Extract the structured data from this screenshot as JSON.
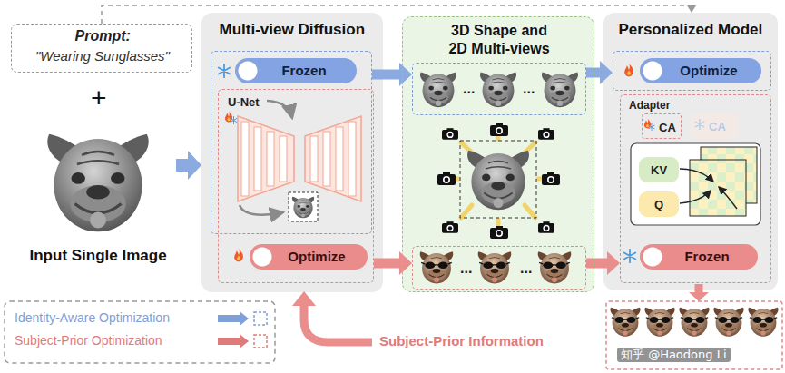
{
  "diagram": {
    "nodes": [
      {
        "text": [
          "Prompt:",
          "\"Wearing Sunglasses\""
        ]
      },
      {
        "text": [
          "Input Single Image"
        ]
      },
      {
        "text": [
          "Multi-view Diffusion"
        ]
      },
      {
        "text": [
          "Frozen"
        ],
        "in": 2
      },
      {
        "text": [
          "U-Net",
          "Optimize"
        ],
        "in": 2
      },
      {
        "text": [
          "3D Shape and 2D Multi-views"
        ]
      },
      {
        "text": [
          "...",
          "..."
        ],
        "in": 5
      },
      {
        "text": [
          "...",
          "..."
        ],
        "in": 5
      },
      {
        "text": [
          "Personalized Model"
        ]
      },
      {
        "text": [
          "Optimize"
        ],
        "in": 8
      },
      {
        "text": [
          "Adapter",
          "Frozen"
        ],
        "in": 8
      },
      {
        "text": [
          "CA"
        ],
        "in": 10
      },
      {
        "text": [
          "CA"
        ],
        "in": 10
      },
      {
        "text": [
          "KV"
        ],
        "in": 10
      },
      {
        "text": [
          "Q"
        ],
        "in": 10
      }
    ],
    "edges": [
      {
        "from": 1,
        "to": 2,
        "arrow": "to"
      },
      {
        "from": 3,
        "to": 6,
        "arrow": "to"
      },
      {
        "from": 4,
        "to": 7,
        "arrow": "to"
      },
      {
        "from": 6,
        "to": 9,
        "arrow": "to"
      },
      {
        "from": 7,
        "to": 10,
        "arrow": "to"
      },
      {
        "from": 0,
        "to": 8,
        "arrow": "to"
      }
    ],
    "labels": [
      "+",
      "Subject-Prior Information",
      "知乎 @Haodong Li"
    ],
    "legend": [
      {
        "text": "Identity-Aware Optimization",
        "color": "#7f9fd8"
      },
      {
        "text": "Subject-Prior Optimization",
        "color": "#e07b7b"
      }
    ]
  }
}
